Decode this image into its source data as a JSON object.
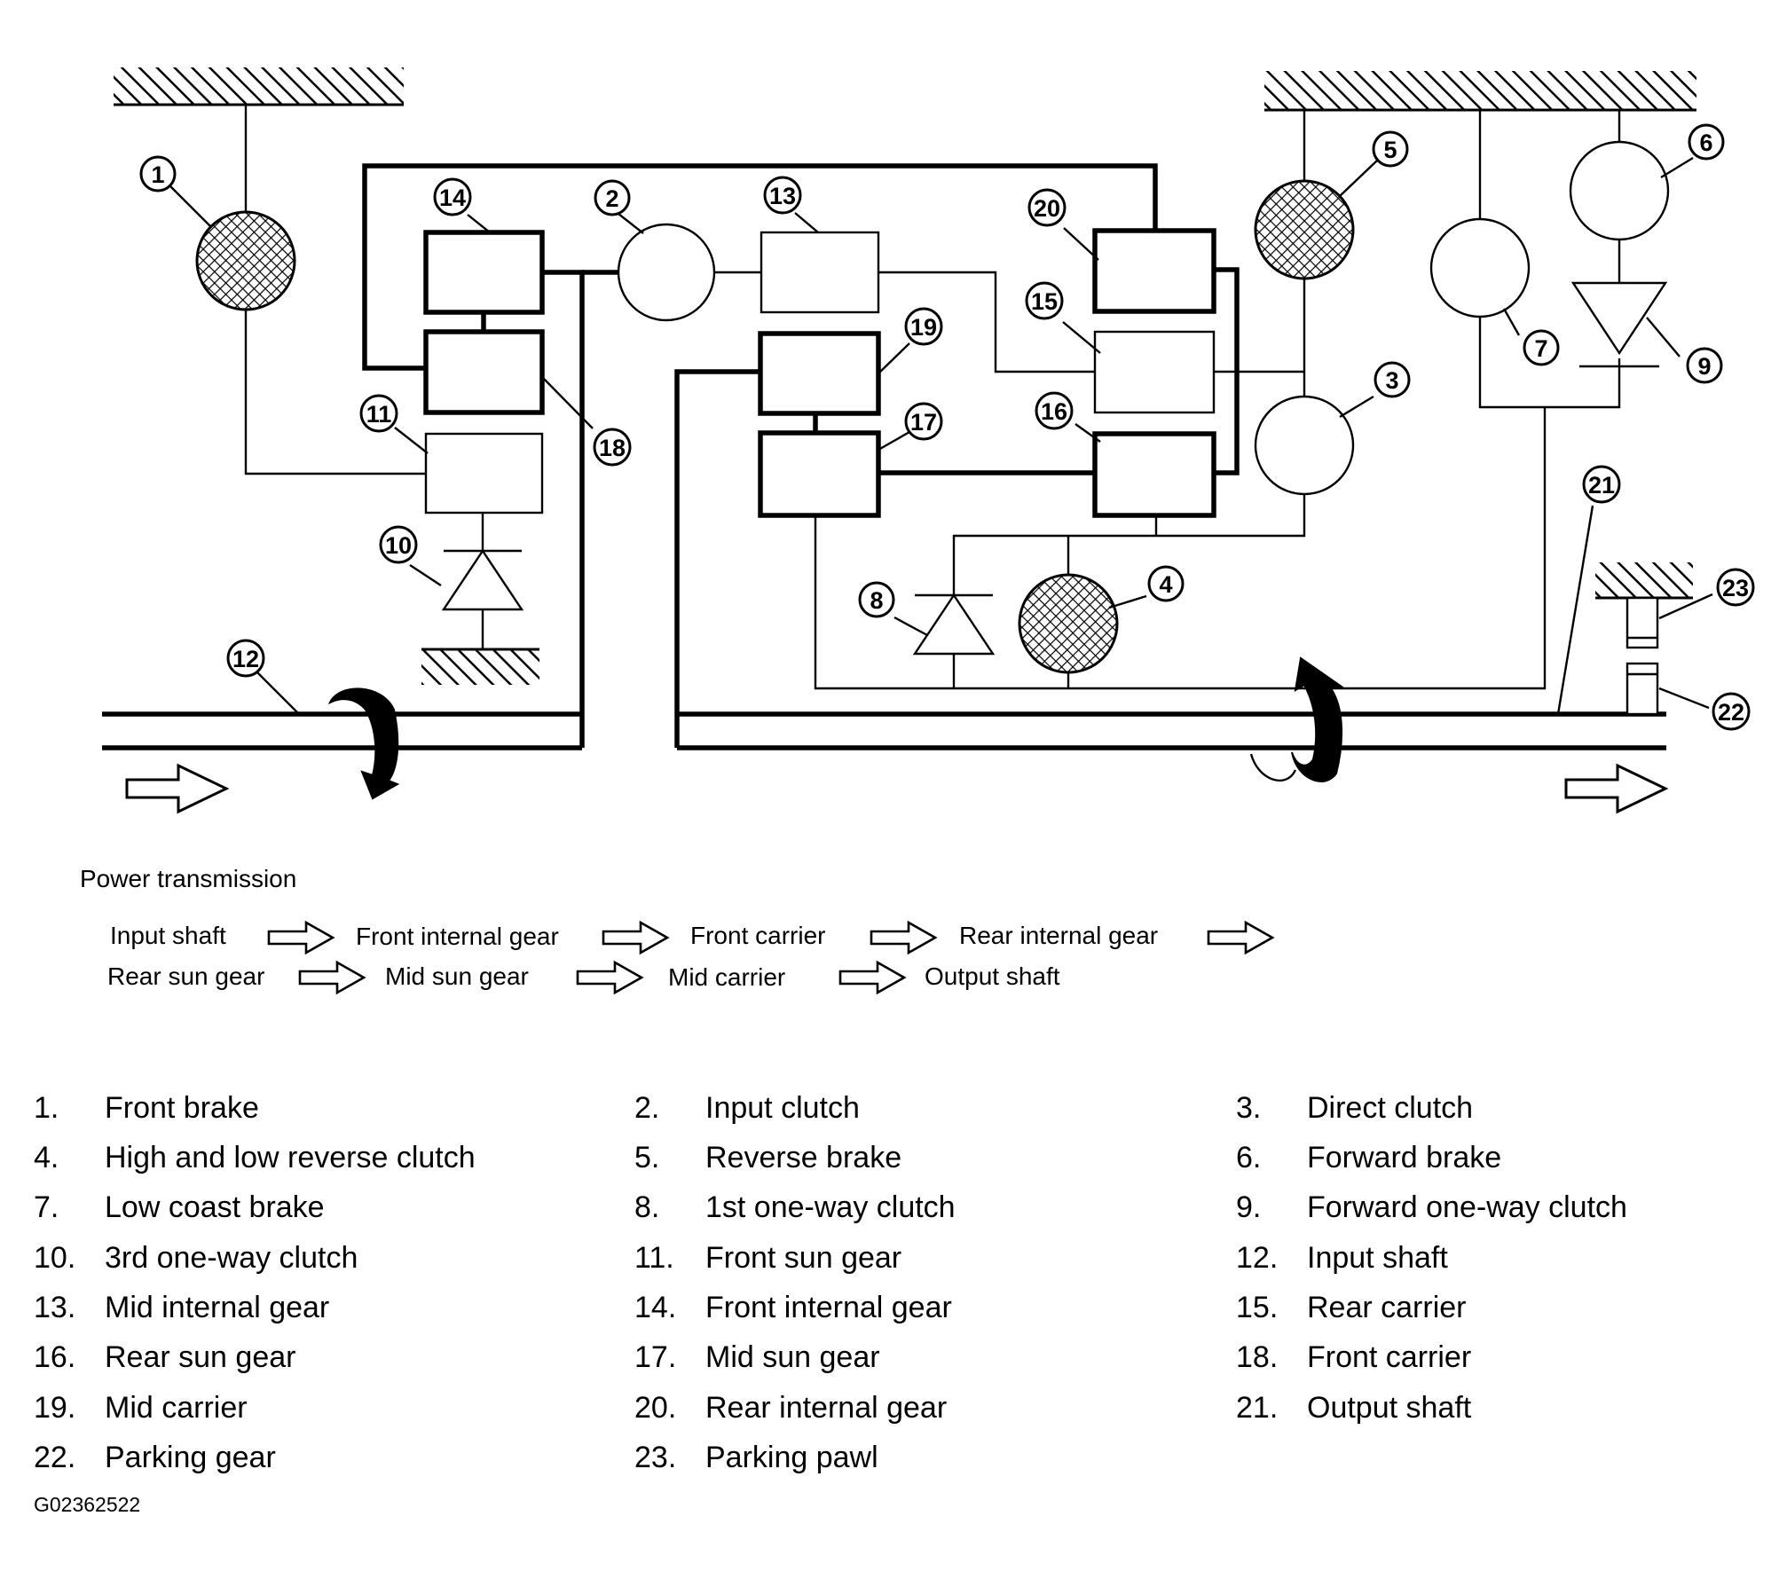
{
  "power_transmission": {
    "heading": "Power transmission",
    "flow": [
      "Input shaft",
      "Front internal gear",
      "Front carrier",
      "Rear internal gear",
      "Rear sun gear",
      "Mid sun gear",
      "Mid carrier",
      "Output shaft"
    ]
  },
  "callouts": [
    "1",
    "2",
    "3",
    "4",
    "5",
    "6",
    "7",
    "8",
    "9",
    "10",
    "11",
    "12",
    "13",
    "14",
    "15",
    "16",
    "17",
    "18",
    "19",
    "20",
    "21",
    "22",
    "23"
  ],
  "legend": [
    {
      "num": "1.",
      "label": "Front brake"
    },
    {
      "num": "2.",
      "label": "Input clutch"
    },
    {
      "num": "3.",
      "label": "Direct clutch"
    },
    {
      "num": "4.",
      "label": "High and low reverse clutch"
    },
    {
      "num": "5.",
      "label": "Reverse brake"
    },
    {
      "num": "6.",
      "label": "Forward brake"
    },
    {
      "num": "7.",
      "label": "Low coast brake"
    },
    {
      "num": "8.",
      "label": "1st one-way clutch"
    },
    {
      "num": "9.",
      "label": "Forward one-way clutch"
    },
    {
      "num": "10.",
      "label": "3rd one-way clutch"
    },
    {
      "num": "11.",
      "label": "Front sun gear"
    },
    {
      "num": "12.",
      "label": "Input shaft"
    },
    {
      "num": "13.",
      "label": "Mid internal gear"
    },
    {
      "num": "14.",
      "label": "Front internal gear"
    },
    {
      "num": "15.",
      "label": "Rear carrier"
    },
    {
      "num": "16.",
      "label": "Rear sun gear"
    },
    {
      "num": "17.",
      "label": "Mid sun gear"
    },
    {
      "num": "18.",
      "label": "Front carrier"
    },
    {
      "num": "19.",
      "label": "Mid carrier"
    },
    {
      "num": "20.",
      "label": "Rear internal gear"
    },
    {
      "num": "21.",
      "label": "Output shaft"
    },
    {
      "num": "22.",
      "label": "Parking gear"
    },
    {
      "num": "23.",
      "label": "Parking pawl"
    }
  ],
  "figure_id": "G02362522"
}
